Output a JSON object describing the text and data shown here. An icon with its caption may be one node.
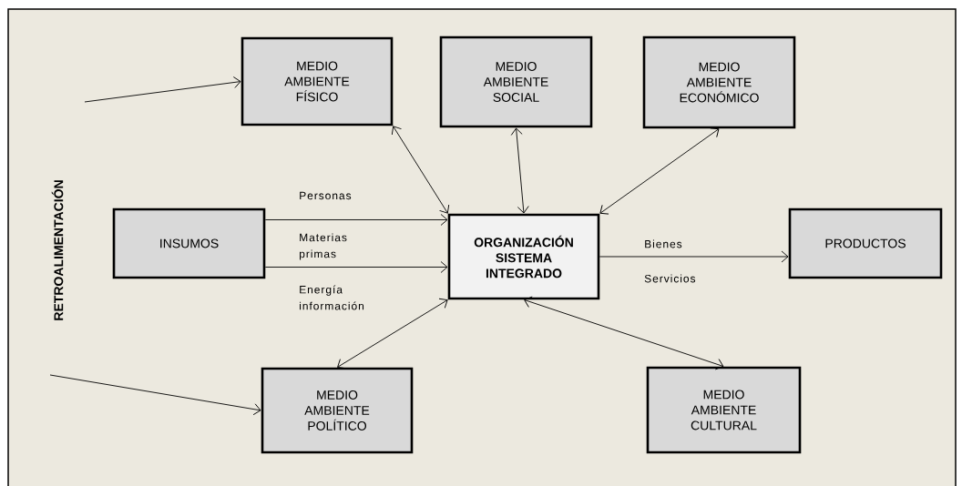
{
  "diagram": {
    "nodes": [
      {
        "text": [
          "MEDIO AMBIENTE FÍSICO"
        ]
      },
      {
        "text": [
          "MEDIO AMBIENTE SOCIAL"
        ]
      },
      {
        "text": [
          "MEDIO AMBIENTE ECONÓMICO"
        ]
      },
      {
        "text": [
          "INSUMOS"
        ]
      },
      {
        "text": [
          "ORGANIZACIÓN SISTEMA INTEGRADO"
        ]
      },
      {
        "text": [
          "PRODUCTOS"
        ]
      },
      {
        "text": [
          "MEDIO AMBIENTE POLÍTICO"
        ]
      },
      {
        "text": [
          "MEDIO AMBIENTE CULTURAL"
        ]
      }
    ],
    "edges": [
      {
        "from": null,
        "to": 0,
        "arrow": "to"
      },
      {
        "from": 0,
        "to": 4,
        "arrow": "both"
      },
      {
        "from": 1,
        "to": 4,
        "arrow": "both"
      },
      {
        "from": 2,
        "to": 4,
        "arrow": "both"
      },
      {
        "from": 3,
        "to": 4,
        "arrow": "to"
      },
      {
        "from": 3,
        "to": 4,
        "arrow": "to"
      },
      {
        "from": 4,
        "to": 5,
        "arrow": "to"
      },
      {
        "from": 4,
        "to": 6,
        "arrow": "both"
      },
      {
        "from": 4,
        "to": 7,
        "arrow": "both"
      },
      {
        "from": null,
        "to": 6,
        "arrow": "to"
      }
    ],
    "labels": [
      "RETROALIMENTACIÓN",
      "Personas",
      "Materias primas",
      "Energía información",
      "Bienes",
      "Servicios"
    ]
  }
}
